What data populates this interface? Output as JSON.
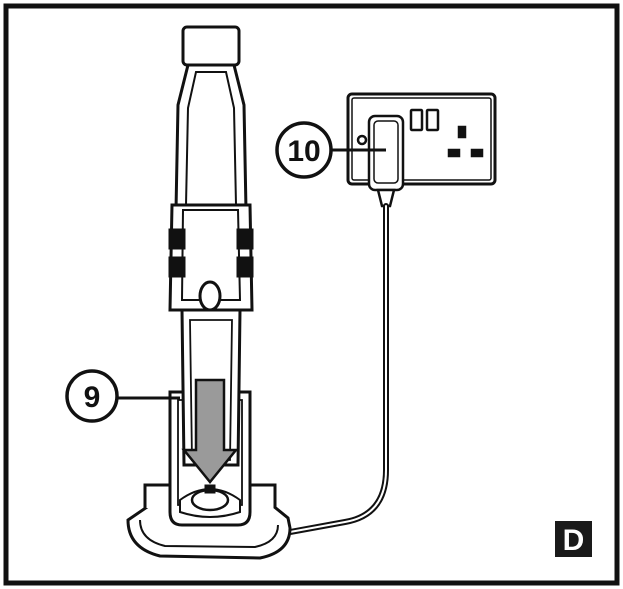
{
  "figure": {
    "panel_label": "D",
    "callouts": [
      {
        "number": "9",
        "target": "charging-dock"
      },
      {
        "number": "10",
        "target": "wall-charger-plug"
      }
    ]
  },
  "colors": {
    "line": "#111111",
    "arrow_fill": "#9a9a9a",
    "panel_label_bg": "#1a1a1a"
  }
}
